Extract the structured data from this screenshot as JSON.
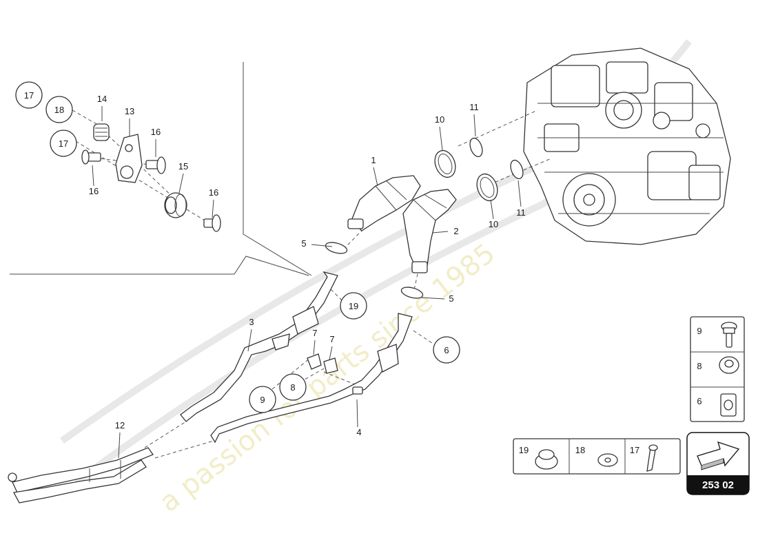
{
  "watermark": {
    "tagline": "a passion for parts since 1985"
  },
  "callouts": {
    "c1": "1",
    "c2": "2",
    "c3": "3",
    "c4": "4",
    "c5a": "5",
    "c5b": "5",
    "c6": "6",
    "c7a": "7",
    "c7b": "7",
    "c8": "8",
    "c9": "9",
    "c10a": "10",
    "c10b": "10",
    "c11a": "11",
    "c11b": "11",
    "c12": "12",
    "c13": "13",
    "c14": "14",
    "c15": "15",
    "c16a": "16",
    "c16b": "16",
    "c16c": "16",
    "c17a": "17",
    "c17b": "17",
    "c18": "18",
    "c19": "19"
  },
  "legend_right": {
    "items": [
      {
        "number": "9",
        "icon": "bolt-icon"
      },
      {
        "number": "8",
        "icon": "nut-icon"
      },
      {
        "number": "6",
        "icon": "clip-nut-icon"
      }
    ]
  },
  "legend_bottom": {
    "items": [
      {
        "number": "19",
        "icon": "collar-nut-icon"
      },
      {
        "number": "18",
        "icon": "washer-icon"
      },
      {
        "number": "17",
        "icon": "pin-bolt-icon"
      }
    ]
  },
  "page_ref": "253 02",
  "colors": {
    "badge": "#111111",
    "watermark_text": "#ece6b2",
    "watermark_logo": "#e2e2e2"
  }
}
